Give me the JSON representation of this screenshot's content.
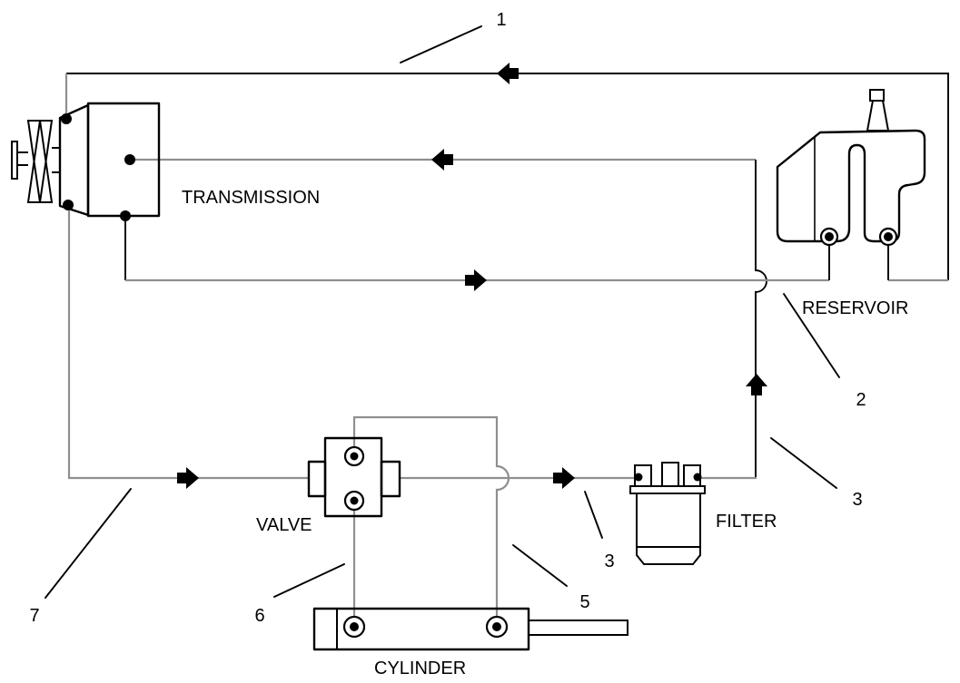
{
  "diagram": {
    "background": "#ffffff",
    "colors": {
      "line_gray": "#8f8f8f",
      "line_black": "#000000",
      "arrow_fill": "#000000"
    },
    "components": {
      "transmission": {
        "label": "TRANSMISSION"
      },
      "reservoir": {
        "label": "RESERVOIR"
      },
      "valve": {
        "label": "VALVE"
      },
      "filter": {
        "label": "FILTER"
      },
      "cylinder": {
        "label": "CYLINDER"
      }
    },
    "callouts": [
      {
        "number": "1"
      },
      {
        "number": "2"
      },
      {
        "number": "3"
      },
      {
        "number": "3"
      },
      {
        "number": "5"
      },
      {
        "number": "6"
      },
      {
        "number": "7"
      }
    ]
  }
}
